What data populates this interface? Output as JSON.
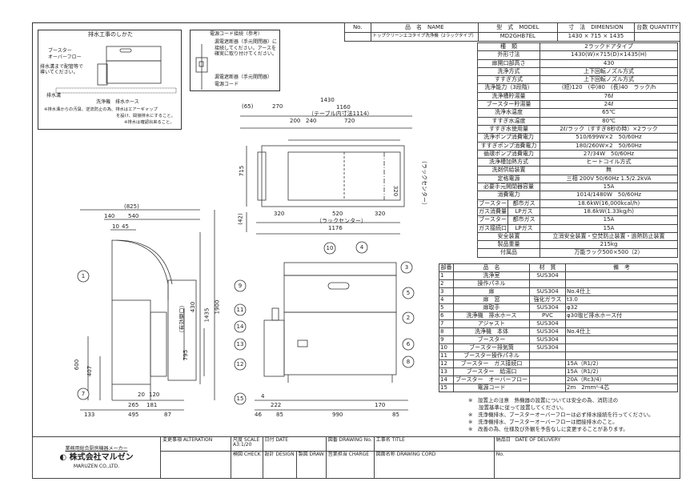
{
  "header": {
    "no_label": "No.",
    "name_label": "品　名　NAME",
    "model_label": "型　式　MODEL",
    "dimension_label": "寸　法　DIMENSION",
    "quantity_label": "台数 QUANTITY",
    "name": "トップクリーンエコタイプ洗浄機（2ラックタイプ）",
    "model": "MD2GHB7EL",
    "dimension": "1430 × 715 × 1435",
    "no": "",
    "quantity": ""
  },
  "spec": [
    {
      "label": "種　類",
      "value": "2ラックドアタイプ"
    },
    {
      "label": "外形寸法",
      "value": "1430(W)×715(D)×1435(H)"
    },
    {
      "label": "扉開口部高さ",
      "value": "430"
    },
    {
      "label": "洗浄方式",
      "value": "上下回転ノズル方式"
    },
    {
      "label": "すすぎ方式",
      "value": "上下回転ノズル方式"
    },
    {
      "label": "洗浄能力（3段階）",
      "value": "(短)120　(中)80　(長)40　ラック/h"
    },
    {
      "label": "洗浄槽貯湯量",
      "value": "76ℓ"
    },
    {
      "label": "ブースター貯湯量",
      "value": "24ℓ"
    },
    {
      "label": "洗浄水温度",
      "value": "65℃"
    },
    {
      "label": "すすぎ水温度",
      "value": "80℃"
    },
    {
      "label": "すすぎ水使用量",
      "value": "2ℓ/ラック（すすぎ8秒の時）×2ラック"
    },
    {
      "label": "洗浄ポンプ消費電力",
      "value": "510/699W×2　50/60Hz"
    },
    {
      "label": "すすぎポンプ消費電力",
      "value": "180/260W×2　50/60Hz"
    },
    {
      "label": "循環ポンプ消費電力",
      "value": "27/34W　50/60Hz"
    },
    {
      "label": "洗浄槽加熱方式",
      "value": "ヒートコイル方式"
    },
    {
      "label": "洗剤供給装置",
      "value": "無"
    },
    {
      "label": "定格電源",
      "value": "三相 200V 50/60Hz 1.5/2.2kVA"
    },
    {
      "label": "必要手元開閉器容量",
      "value": "15A"
    },
    {
      "label": "消費電力",
      "value": "1014/1480W　50/60Hz"
    },
    {
      "group": "ブースター",
      "sub": "都市ガス",
      "value": "18.6kW(16,000kcal/h)"
    },
    {
      "group": "ガス消費量",
      "sub": "LPガス",
      "value": "18.6kW(1.33kg/h)"
    },
    {
      "group": "ブースター",
      "sub": "都市ガス",
      "value": "15A"
    },
    {
      "group": "ガス接続口",
      "sub": "LPガス",
      "value": "15A"
    },
    {
      "label": "安全装置",
      "value": "立消安全装置・空焚防止装置・過熱防止装置"
    },
    {
      "label": "製品重量",
      "value": "215kg"
    },
    {
      "label": "付属品",
      "value": "万能ラック500×500（2）"
    }
  ],
  "parts": {
    "headers": [
      "部番",
      "品　名",
      "材　質",
      "備　考"
    ],
    "rows": [
      [
        "1",
        "洗浄室",
        "SUS304",
        ""
      ],
      [
        "2",
        "操作パネル",
        "",
        ""
      ],
      [
        "3",
        "扉",
        "SUS304",
        "No.4仕上"
      ],
      [
        "4",
        "扉　窓",
        "強化ガラス",
        "t3.0"
      ],
      [
        "5",
        "扉取手",
        "SUS304",
        "φ32"
      ],
      [
        "6",
        "洗浄機　排水ホース",
        "PVC",
        "φ30塩ビ排水ホース付"
      ],
      [
        "7",
        "アジャスト",
        "SUS304",
        ""
      ],
      [
        "8",
        "洗浄機　本体",
        "SUS304",
        "No.4仕上"
      ],
      [
        "9",
        "ブースター",
        "SUS304",
        ""
      ],
      [
        "10",
        "ブースター排気筒",
        "SUS304",
        ""
      ],
      [
        "11",
        "ブースター操作パネル",
        "",
        ""
      ],
      [
        "12",
        "ブースター　ガス接続口",
        "",
        "15A（R1/2）"
      ],
      [
        "13",
        "ブースター　給湯口",
        "",
        "15A（R1/2）"
      ],
      [
        "14",
        "ブースター　オーバーフロー",
        "",
        "20A（Rc3/4）"
      ],
      [
        "15",
        "電源コード",
        "",
        "2m　2mm²-4芯"
      ]
    ]
  },
  "notes": [
    "※　設置上の注意　熱機器の設置については安全の為、消防法の",
    "　　設置基準に従って設置してください。",
    "※　洗浄機排水、ブースターオーバーフローは必ず排水接続を行ってください。",
    "※　洗浄機排水、ブースターオーバーフローは間接排水のこと。",
    "※　改善の為、仕様及び外観を予告なしに変更することがあります。"
  ],
  "drain": {
    "title": "排水工事のしかた",
    "booster_overflow": "ブースター\nオーバーフロー",
    "guide": "排水溝まで配管等で導いてください。",
    "trench": "排水溝",
    "hose": "洗浄機　排水ホース",
    "note1": "※排水溝からの汚臭、逆流防止の為、排水はエアーギャップ",
    "note2": "を設け、間接排水にすること。",
    "note3": "※排水は確認出来ること。"
  },
  "power": {
    "title": "電源コード接続（参考）",
    "text": "漏電遮断器（手元開閉器）に接続してください。アースを確実に取り付けてください。",
    "breaker": "漏電遮断器（手元開閉器）",
    "cord": "電源コード"
  },
  "dims": {
    "d65": "(65)",
    "d270": "270",
    "d1430": "1430",
    "d1160": "1160",
    "d1114": "（テーブル内寸法1114）",
    "d200": "200",
    "d240": "240",
    "d720": "720",
    "d715": "715",
    "d42": "(42)",
    "d320a": "320",
    "d520": "520",
    "d320b": "320",
    "rack_center": "（ラックセンター）",
    "d1176": "1176",
    "rack_center_v": "（ラックセンター）",
    "d320v": "320",
    "d825": "(825)",
    "d140": "140",
    "d540": "540",
    "d10": "10",
    "d45": "45",
    "d430": "430",
    "d_open": "（有効開口）",
    "d1435": "1435",
    "d1900": "1900",
    "d795": "795",
    "d600": "600",
    "d407": "407",
    "d20": "20",
    "d120": "120",
    "d265": "265",
    "d181": "181",
    "d133": "133",
    "d495": "495",
    "d87": "87",
    "d4": "4",
    "d222": "222",
    "d46": "46",
    "d85a": "85",
    "d990": "990",
    "d170": "170",
    "d85b": "85"
  },
  "balloons": [
    "1",
    "2",
    "3",
    "4",
    "5",
    "6",
    "7",
    "8",
    "9",
    "10",
    "11",
    "12",
    "13",
    "14",
    "15"
  ],
  "titleblock": {
    "maker_tag": "業務用総合厨房機器メーカー",
    "company": "株式会社マルゼン",
    "company_en": "MARUZEN CO.,LTD.",
    "alteration": "変更事項 ALTERATION",
    "scale_label": "尺度 SCALE",
    "scale": "A3:1/20",
    "date": "日付 DATE",
    "drawing_no": "図番 DRAWING No.",
    "title": "工事名 TITLE",
    "delivery": "納品日　DATE OF DELIVERY",
    "check": "検図 CHECK",
    "design": "設計 DESIGN",
    "draw": "製図 DRAW",
    "charge": "営業担当 CHARGE",
    "drawing_cord": "図面名称 DRAWING CORD",
    "no": "No."
  }
}
